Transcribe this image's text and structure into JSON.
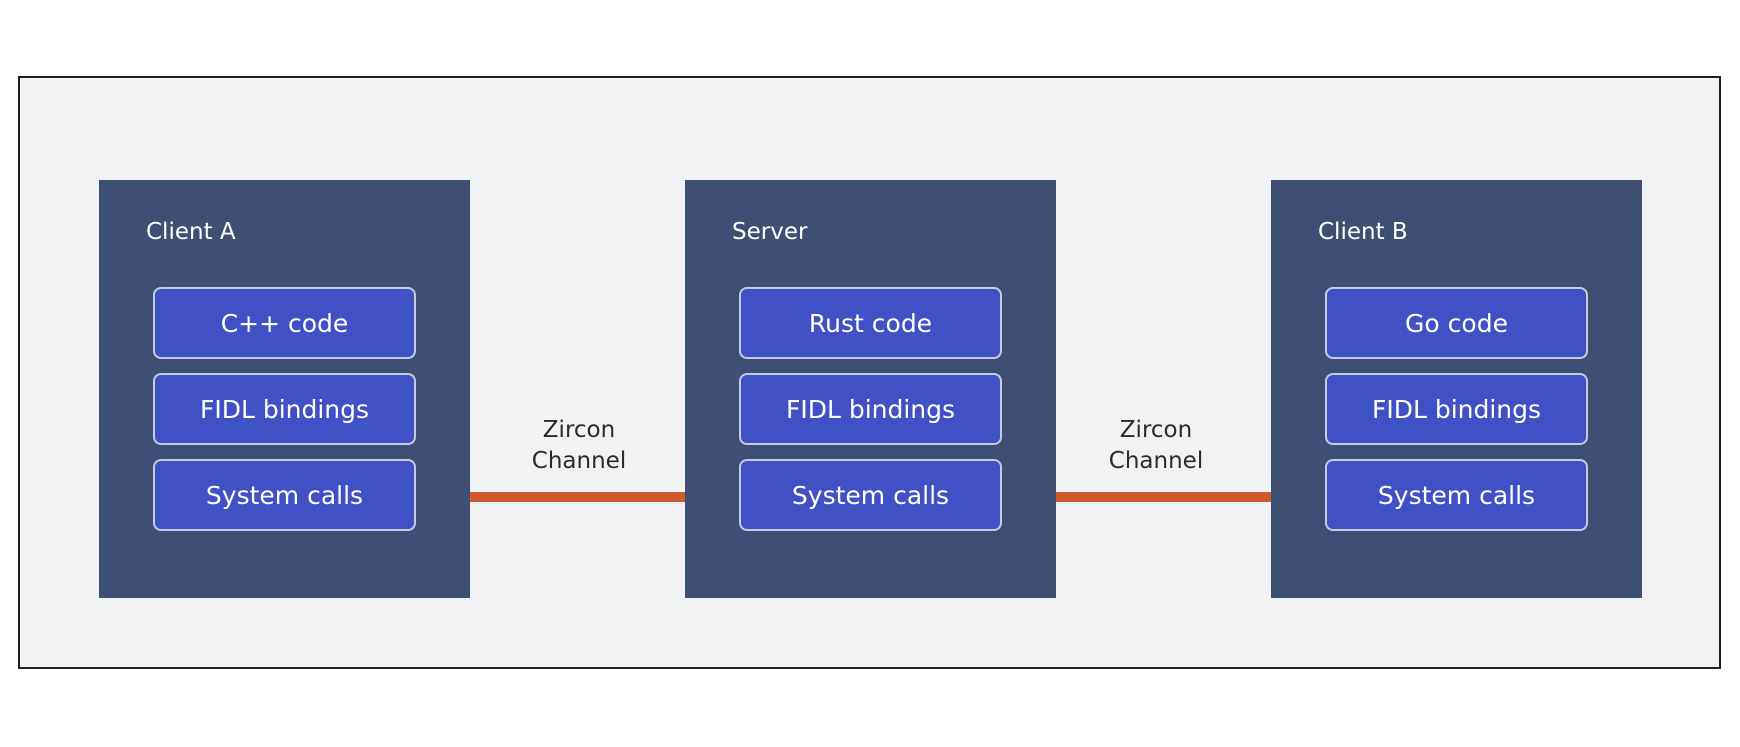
{
  "nodes": [
    {
      "title": "Client A",
      "layers": [
        "C++ code",
        "FIDL bindings",
        "System calls"
      ]
    },
    {
      "title": "Server",
      "layers": [
        "Rust code",
        "FIDL bindings",
        "System calls"
      ]
    },
    {
      "title": "Client B",
      "layers": [
        "Go code",
        "FIDL bindings",
        "System calls"
      ]
    }
  ],
  "channels": [
    {
      "line1": "Zircon",
      "line2": "Channel"
    },
    {
      "line1": "Zircon",
      "line2": "Channel"
    }
  ],
  "colors": {
    "frame_bg": "#f1f2f4",
    "panel_bg": "#3e4f73",
    "layer_bg": "#3f51c4",
    "channel": "#cf5a2d"
  }
}
